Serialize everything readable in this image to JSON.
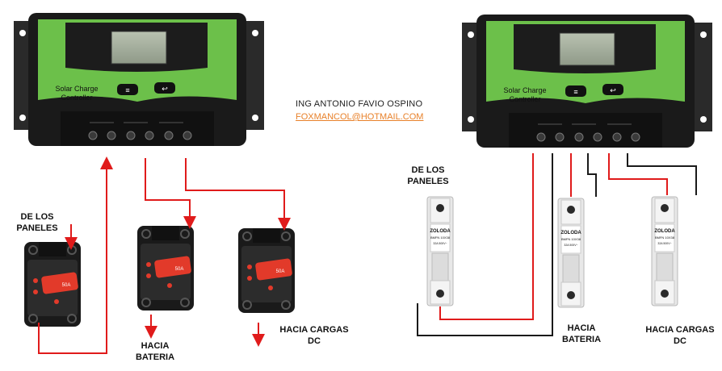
{
  "author": {
    "name": "ING ANTONIO FAVIO OSPINO",
    "email": "FOXMANCOL@HOTMAIL.COM"
  },
  "controller": {
    "label_line1": "Solar Charge",
    "label_line2": "Controller",
    "body_color": "#6cc04a",
    "frame_color": "#1a1a1a"
  },
  "breaker": {
    "rating": "50A"
  },
  "fuse": {
    "brand": "ZOLODA",
    "model": "BMFN 10X38",
    "spec": "32A  500V~"
  },
  "labels": {
    "panels_left": [
      "DE LOS",
      "PANELES"
    ],
    "battery_left": [
      "HACIA",
      "BATERIA"
    ],
    "loads_left": [
      "HACIA CARGAS",
      "DC"
    ],
    "panels_right": [
      "DE LOS",
      "PANELES"
    ],
    "battery_right": [
      "HACIA",
      "BATERIA"
    ],
    "loads_right": [
      "HACIA CARGAS",
      "DC"
    ]
  },
  "wire_colors": {
    "positive": "#e01b1b",
    "negative": "#1a1a1a"
  }
}
